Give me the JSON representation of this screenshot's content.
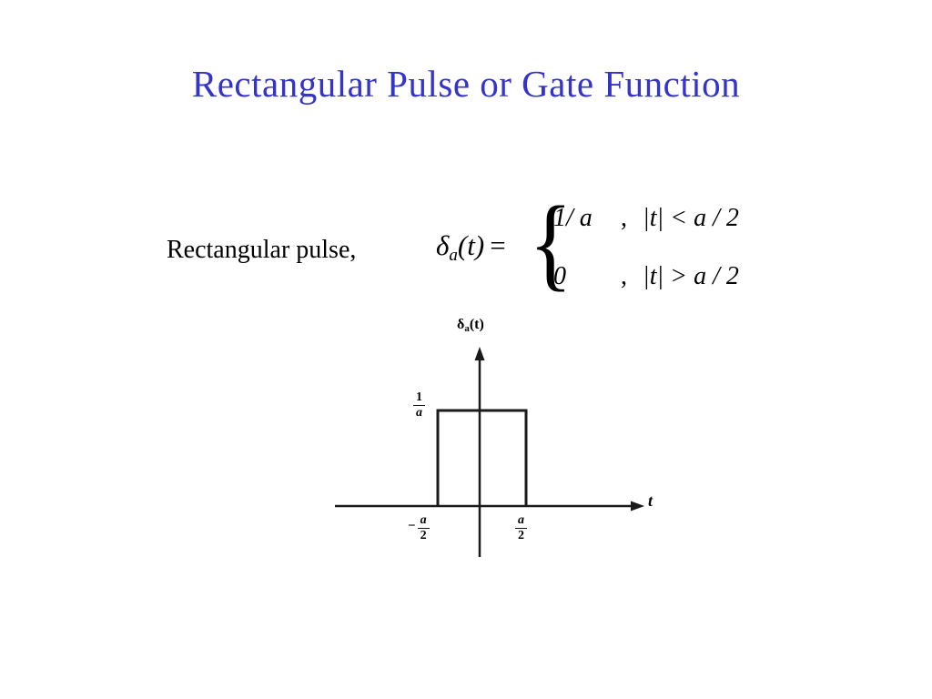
{
  "slide": {
    "title": "Rectangular Pulse or Gate Function",
    "title_color": "#3433CB",
    "background_color": "#FFFFFF"
  },
  "formula": {
    "intro": "Rectangular pulse,",
    "lhs": {
      "delta": "δ",
      "sub": "a",
      "arg": "(t)",
      "equals": "="
    },
    "brace": "{",
    "cases": [
      {
        "value": "1/ a",
        "comma": ",",
        "condition": "|t| < a / 2"
      },
      {
        "value": "0",
        "comma": ",",
        "condition": "|t| > a / 2"
      }
    ]
  },
  "graph": {
    "y_label": {
      "delta": "δ",
      "sub": "a",
      "arg": "(t)"
    },
    "x_label": "t",
    "amplitude": {
      "num": "1",
      "den": "a"
    },
    "left_edge": {
      "sign": "−",
      "num": "a",
      "den": "2"
    },
    "right_edge": {
      "num": "a",
      "den": "2"
    },
    "line_color": "#1a1a1a"
  }
}
